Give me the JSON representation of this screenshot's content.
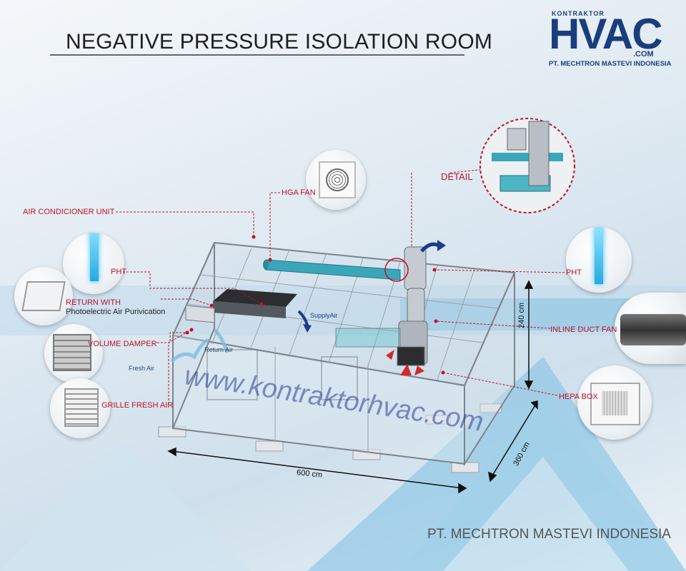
{
  "title": "NEGATIVE PRESSURE ISOLATION ROOM",
  "logo": {
    "top_text": "KONTRAKTOR",
    "main_text": "HVAC",
    "suffix": ".COM",
    "company": "PT. MECHTRON MASTEVI INDONESIA"
  },
  "labels": {
    "air_conditioner_unit": "AIR CONDICIONER UNIT",
    "pht_left": "PHT",
    "return_with": "RETURN WITH",
    "return_with_sub": "Photoelectric Air Purivication",
    "volume_damper": "VOLUME DAMPER",
    "grille_fresh_air": "GRILLE FRESH AIR",
    "hga_fan": "HGA FAN",
    "detail": "DETAIL",
    "pht_right": "PHT",
    "inline_duct_fan": "INLINE DUCT FAN",
    "hepa_box": "HEPA BOX"
  },
  "flow_labels": {
    "supply_air": "SupplyAir",
    "return_air": "Return Air",
    "fresh_air": "Fresh Air"
  },
  "dimensions": {
    "height": "240 cm",
    "length": "600 cm",
    "width": "360 cm"
  },
  "watermark": "www.kontraktorhvac.com",
  "footer": "PT. MECHTRON MASTEVI INDONESIA",
  "colors": {
    "accent_red": "#c0102a",
    "brand_blue": "#1a3d7c",
    "duct_teal": "#3aa6b9",
    "room_frame": "#8a8f96"
  }
}
